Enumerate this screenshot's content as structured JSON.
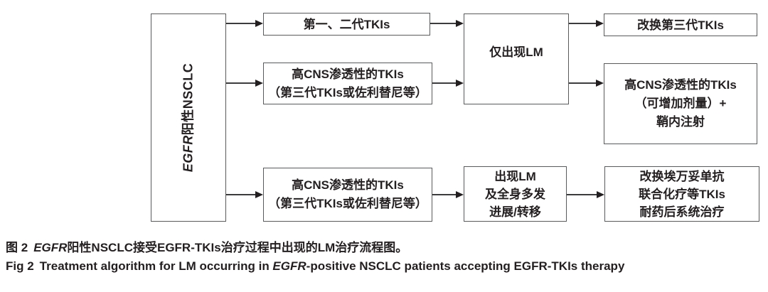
{
  "flow": {
    "root": {
      "em": "EGFR",
      "label": "阳性NSCLC"
    },
    "box_first_second_gen": {
      "line1": "第一、二代TKIs"
    },
    "box_high_cns_mid": {
      "line1": "高CNS渗透性的TKIs",
      "line2": "（第三代TKIs或佐利替尼等）"
    },
    "box_only_lm": {
      "line1": "仅出现LM"
    },
    "box_switch_third_gen": {
      "line1": "改换第三代TKIs"
    },
    "box_high_cns_intrathecal": {
      "line1": "高CNS渗透性的TKIs",
      "line2": "（可增加剂量）+",
      "line3": "鞘内注射"
    },
    "box_high_cns_bottom": {
      "line1": "高CNS渗透性的TKIs",
      "line2": "（第三代TKIs或佐利替尼等）"
    },
    "box_lm_systemic_progression": {
      "line1": "出现LM",
      "line2": "及全身多发",
      "line3": "进展/转移"
    },
    "box_amivantamab": {
      "line1": "改换埃万妥单抗",
      "line2": "联合化疗等TKIs",
      "line3": "耐药后系统治疗"
    }
  },
  "caption": {
    "zh_prefix": "图 2",
    "zh_em": "EGFR",
    "zh_rest": "阳性NSCLC接受EGFR-TKIs治疗过程中出现的LM治疗流程图。",
    "en_prefix": "Fig 2",
    "en_part1": "Treatment algorithm for LM occurring in ",
    "en_em": "EGFR",
    "en_part2": "-positive NSCLC patients accepting EGFR-TKIs therapy"
  },
  "colors": {
    "background": "#ffffff",
    "box_border": "#595a5c",
    "text": "#231f20",
    "arrow": "#231f20"
  }
}
